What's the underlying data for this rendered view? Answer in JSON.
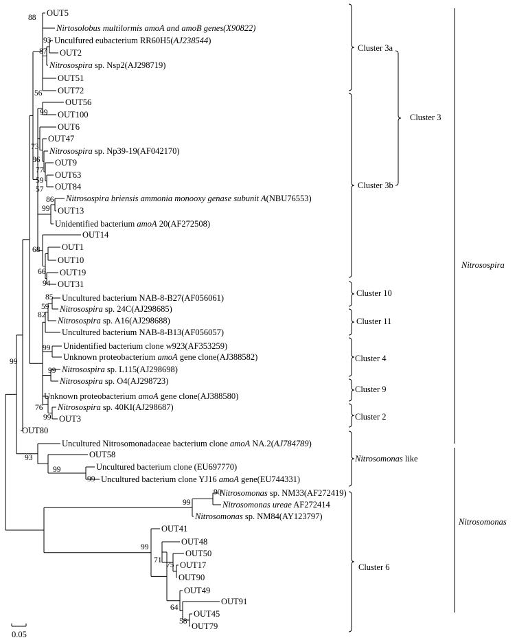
{
  "tree": {
    "taxa": [
      {
        "name": "outu5",
        "runs": [
          {
            "t": "OUT5"
          }
        ]
      },
      {
        "name": "nirtosolobus",
        "runs": [
          {
            "t": "Nirtosolobus multilormis amoA and amoB genes(X90822)",
            "i": true
          }
        ]
      },
      {
        "name": "rr60h5",
        "runs": [
          {
            "t": "Unculfured eubacterium RR60H5("
          },
          {
            "t": "AJ238544",
            "i": true
          },
          {
            "t": ")"
          }
        ]
      },
      {
        "name": "outu2",
        "runs": [
          {
            "t": "OUT2"
          }
        ]
      },
      {
        "name": "nsp2",
        "runs": [
          {
            "t": "Nitrosospira",
            "i": true
          },
          {
            "t": " sp. Nsp2(AJ298719)"
          }
        ]
      },
      {
        "name": "outu51",
        "runs": [
          {
            "t": "OUT51"
          }
        ]
      },
      {
        "name": "outu72",
        "runs": [
          {
            "t": "OUT72"
          }
        ]
      },
      {
        "name": "outu56",
        "runs": [
          {
            "t": "OUT56"
          }
        ]
      },
      {
        "name": "outu100",
        "runs": [
          {
            "t": "OUT100"
          }
        ]
      },
      {
        "name": "outu6",
        "runs": [
          {
            "t": "OUT6"
          }
        ]
      },
      {
        "name": "outu47",
        "runs": [
          {
            "t": "OUT47"
          }
        ]
      },
      {
        "name": "np39",
        "runs": [
          {
            "t": "Nitrosospira",
            "i": true
          },
          {
            "t": " sp. Np39-19(AF042170)"
          }
        ]
      },
      {
        "name": "outu9",
        "runs": [
          {
            "t": "OUT9"
          }
        ]
      },
      {
        "name": "outu63",
        "runs": [
          {
            "t": "OUT63"
          }
        ]
      },
      {
        "name": "outu84",
        "runs": [
          {
            "t": "OUT84"
          }
        ]
      },
      {
        "name": "briensis",
        "runs": [
          {
            "t": "Nitrosospira briensis ammonia monooxy genase subunit A",
            "i": true
          },
          {
            "t": "(NBU76553)"
          }
        ]
      },
      {
        "name": "outu13",
        "runs": [
          {
            "t": "OUT13"
          }
        ]
      },
      {
        "name": "amoa20",
        "runs": [
          {
            "t": "Unidentified bacterium "
          },
          {
            "t": "amoA",
            "i": true
          },
          {
            "t": " 20(AF272508)"
          }
        ]
      },
      {
        "name": "outu14",
        "runs": [
          {
            "t": "OUT14"
          }
        ]
      },
      {
        "name": "outu1",
        "runs": [
          {
            "t": "OUT1"
          }
        ]
      },
      {
        "name": "outu10",
        "runs": [
          {
            "t": "OUT10"
          }
        ]
      },
      {
        "name": "outu19",
        "runs": [
          {
            "t": "OUT19"
          }
        ]
      },
      {
        "name": "outu31",
        "runs": [
          {
            "t": "OUT31"
          }
        ]
      },
      {
        "name": "nab8b27",
        "runs": [
          {
            "t": "Uncultured bacterium NAB-8-B27(AF056061)"
          }
        ]
      },
      {
        "name": "n24c",
        "runs": [
          {
            "t": "Nitrosospira",
            "i": true
          },
          {
            "t": " sp. 24C(AJ298685)"
          }
        ]
      },
      {
        "name": "a16",
        "runs": [
          {
            "t": "Nitrosospira",
            "i": true
          },
          {
            "t": " sp. A16(AJ298688)"
          }
        ]
      },
      {
        "name": "nab8b13",
        "runs": [
          {
            "t": "Uncultured bacterium NAB-8-B13(AF056057)"
          }
        ]
      },
      {
        "name": "w923",
        "runs": [
          {
            "t": "Unidentified bacterium clone w923(AF353259)"
          }
        ]
      },
      {
        "name": "aj388582",
        "runs": [
          {
            "t": "Unknown proteobacterium "
          },
          {
            "t": "amoA",
            "i": true
          },
          {
            "t": " gene clone(AJ388582)"
          }
        ]
      },
      {
        "name": "l115",
        "runs": [
          {
            "t": "Nitrosospira",
            "i": true
          },
          {
            "t": " sp. L115(AJ298698)"
          }
        ]
      },
      {
        "name": "o4",
        "runs": [
          {
            "t": "Nitrosospira",
            "i": true
          },
          {
            "t": " sp. O4(AJ298723)"
          }
        ]
      },
      {
        "name": "aj388580",
        "runs": [
          {
            "t": "Unknown proteobacterium "
          },
          {
            "t": "amoA",
            "i": true
          },
          {
            "t": " gene clone(AJ388580)"
          }
        ]
      },
      {
        "name": "n40ki",
        "runs": [
          {
            "t": "Nitrosospira",
            "i": true
          },
          {
            "t": " sp. 40KI(AJ298687)"
          }
        ]
      },
      {
        "name": "outu3",
        "runs": [
          {
            "t": "OUT3"
          }
        ]
      },
      {
        "name": "outu80",
        "runs": [
          {
            "t": "OUT80"
          }
        ]
      },
      {
        "name": "na2",
        "runs": [
          {
            "t": "Uncultured Nitrosomonadaceae bacterium clone "
          },
          {
            "t": "amoA",
            "i": true
          },
          {
            "t": " NA.2("
          },
          {
            "t": "AJ784789",
            "i": true
          },
          {
            "t": ")"
          }
        ]
      },
      {
        "name": "outu58",
        "runs": [
          {
            "t": "OUT58"
          }
        ]
      },
      {
        "name": "eu697770",
        "runs": [
          {
            "t": "Uncultured bacterium clone (EU697770)"
          }
        ]
      },
      {
        "name": "yj16",
        "runs": [
          {
            "t": "Uncultured bacterium clone YJ16 "
          },
          {
            "t": "amoA",
            "i": true
          },
          {
            "t": " gene(EU744331)"
          }
        ]
      },
      {
        "name": "nm33",
        "runs": [
          {
            "t": "Nitrosomonas",
            "i": true
          },
          {
            "t": " sp. NM33(AF272419)"
          }
        ]
      },
      {
        "name": "ureae",
        "runs": [
          {
            "t": "Nitrosomonas ureae",
            "i": true
          },
          {
            "t": " AF272414"
          }
        ]
      },
      {
        "name": "nm84",
        "runs": [
          {
            "t": "Nitrosomonas",
            "i": true
          },
          {
            "t": " sp. NM84(AY123797)"
          }
        ]
      },
      {
        "name": "outu41",
        "runs": [
          {
            "t": "OUT41"
          }
        ]
      },
      {
        "name": "outu48",
        "runs": [
          {
            "t": "OUT48"
          }
        ]
      },
      {
        "name": "outu50",
        "runs": [
          {
            "t": "OUT50"
          }
        ]
      },
      {
        "name": "outu17",
        "runs": [
          {
            "t": "OUT17"
          }
        ]
      },
      {
        "name": "outu90",
        "runs": [
          {
            "t": "OUT90"
          }
        ]
      },
      {
        "name": "outu49",
        "runs": [
          {
            "t": "OUT49"
          }
        ]
      },
      {
        "name": "outu91",
        "runs": [
          {
            "t": "OUT91"
          }
        ]
      },
      {
        "name": "outu45",
        "runs": [
          {
            "t": "OUT45"
          }
        ]
      },
      {
        "name": "outu79",
        "runs": [
          {
            "t": "OUT79"
          }
        ]
      }
    ],
    "bootstrap": [
      "88",
      "93",
      "87",
      "56",
      "99",
      "73",
      "86",
      "77",
      "59",
      "57",
      "86",
      "99",
      "68",
      "66",
      "94",
      "85",
      "59",
      "82",
      "99",
      "99",
      "76",
      "99",
      "99",
      "93",
      "99",
      "99",
      "90",
      "99",
      "99",
      "71",
      "75",
      "64",
      "58"
    ],
    "clusters": [
      "Cluster 3a",
      "Cluster 3",
      "Cluster 3b",
      "Cluster 10",
      "Cluster 11",
      "Cluster 4",
      "Cluster 9",
      "Cluster 2",
      "Nitrosomonas like",
      "Cluster 6"
    ],
    "groups": [
      "Nitrosospira",
      "Nitrosomonas"
    ],
    "scale_label": "0.05"
  }
}
